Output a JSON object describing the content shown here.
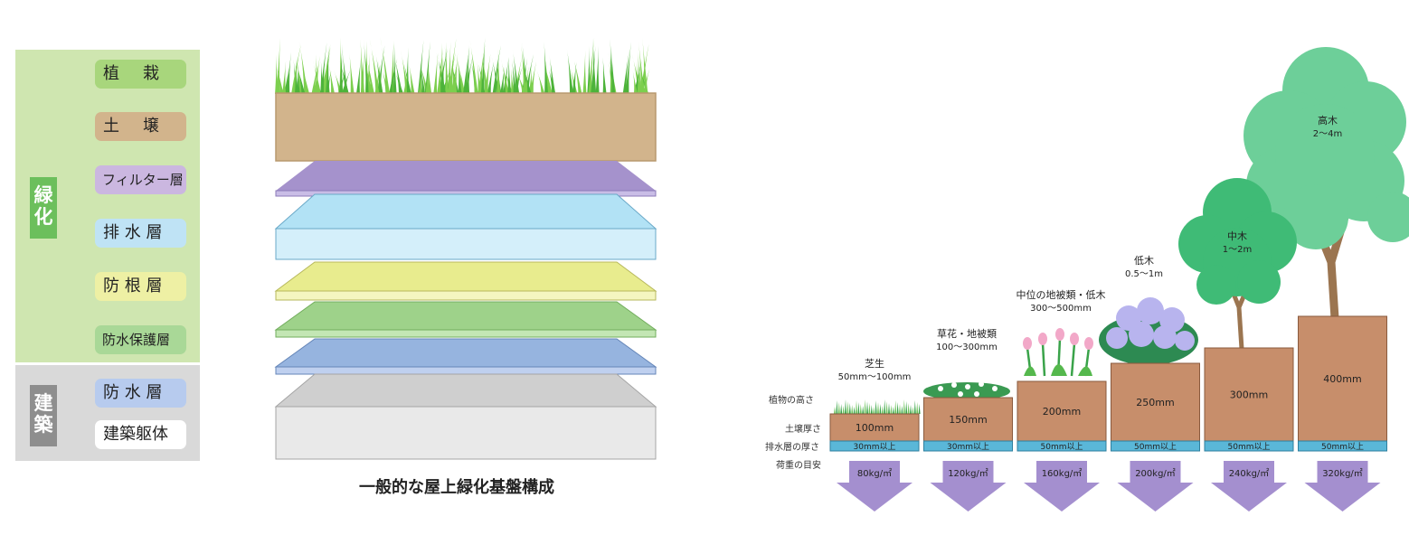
{
  "legend": {
    "green_group": {
      "label": "緑化",
      "color": "#6cbf5c"
    },
    "gray_group": {
      "label": "建築",
      "color": "#8e8e8e"
    },
    "layers": [
      {
        "name": "植　栽",
        "color": "#a8d67c"
      },
      {
        "name": "土　壌",
        "color": "#d2b48c"
      },
      {
        "name": "フィルター層",
        "color": "#cbb7e0"
      },
      {
        "name": "排 水 層",
        "color": "#bfe3f5"
      },
      {
        "name": "防 根 層",
        "color": "#eef0a4"
      },
      {
        "name": "防水保護層",
        "color": "#a9d897"
      },
      {
        "name": "防 水 層",
        "color": "#b7cbee"
      },
      {
        "name": "建築躯体",
        "color": "#ffffff"
      }
    ]
  },
  "diagram": {
    "caption": "一般的な屋上緑化基盤構成",
    "colors": {
      "grass": "#5cbf3a",
      "soil": "#d2b48c",
      "filter": "#a592cc",
      "drain": "#a7dcf2",
      "root": "#e8ec8e",
      "protect": "#9ed28a",
      "waterproof": "#96b4df",
      "structure": "#dcdcdc"
    }
  },
  "chart": {
    "row_labels": [
      "植物の高さ",
      "土壌厚さ",
      "排水層の厚さ",
      "荷重の目安"
    ],
    "columns": [
      {
        "plant": "芝生",
        "plant_height": "50mm〜100mm",
        "soil": "100mm",
        "drain": "30mm以上",
        "load": "80kg/㎡"
      },
      {
        "plant": "草花・地被類",
        "plant_height": "100〜300mm",
        "soil": "150mm",
        "drain": "30mm以上",
        "load": "120kg/㎡"
      },
      {
        "plant": "中位の地被類・低木",
        "plant_height": "300〜500mm",
        "soil": "200mm",
        "drain": "50mm以上",
        "load": "160kg/㎡"
      },
      {
        "plant": "低木",
        "plant_height": "0.5〜1m",
        "soil": "250mm",
        "drain": "50mm以上",
        "load": "200kg/㎡"
      },
      {
        "plant": "中木",
        "plant_height": "1〜2m",
        "soil": "300mm",
        "drain": "50mm以上",
        "load": "240kg/㎡"
      },
      {
        "plant": "高木",
        "plant_height": "2〜4m",
        "soil": "400mm",
        "drain": "50mm以上",
        "load": "320kg/㎡"
      }
    ],
    "colors": {
      "soil": "#c78e6b",
      "drain": "#5ab7d8",
      "arrow": "#a48fcf",
      "tree_mid": "#3fbb76",
      "tree_high": "#6dcf99",
      "trunk": "#9b7550"
    }
  }
}
